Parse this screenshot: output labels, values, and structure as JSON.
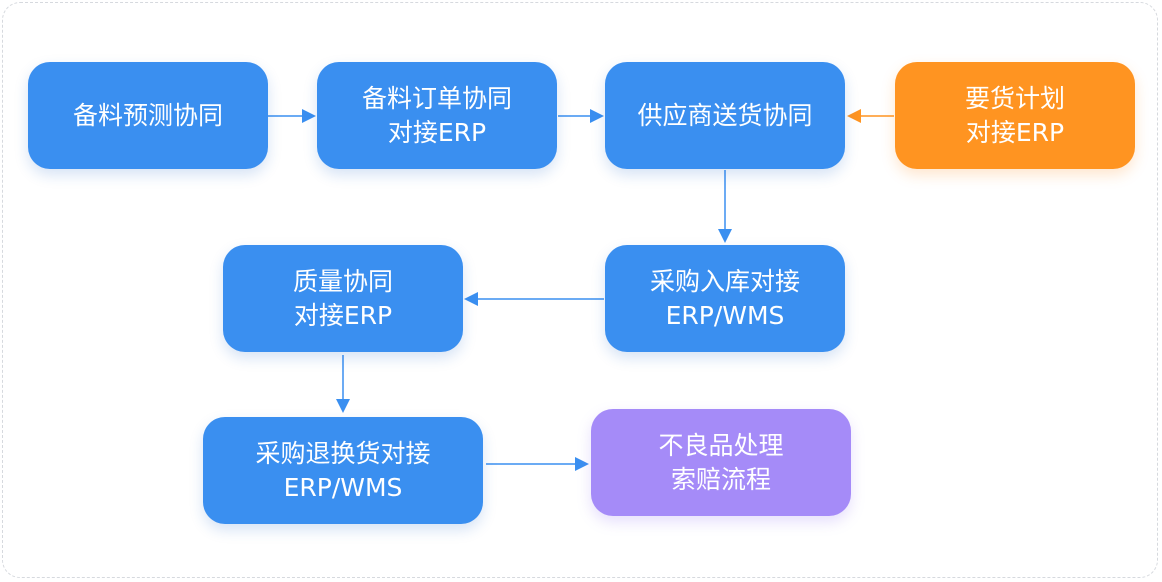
{
  "colors": {
    "primary_blue": "#3a8ff0",
    "orange": "#ff9421",
    "purple": "#a58bf8",
    "arrow_blue": "#3a8ff0",
    "arrow_orange": "#ff9421"
  },
  "nodes": {
    "forecast": {
      "lines": [
        "备料预测协同"
      ]
    },
    "order": {
      "lines": [
        "备料订单协同",
        "对接ERP"
      ]
    },
    "supplier_delivery": {
      "lines": [
        "供应商送货协同"
      ]
    },
    "demand_plan": {
      "lines": [
        "要货计划",
        "对接ERP"
      ]
    },
    "inbound": {
      "lines": [
        "采购入库对接",
        "ERP/WMS"
      ]
    },
    "quality": {
      "lines": [
        "质量协同",
        "对接ERP"
      ]
    },
    "return_exchange": {
      "lines": [
        "采购退换货对接",
        "ERP/WMS"
      ]
    },
    "defect_claim": {
      "lines": [
        "不良品处理",
        "索赔流程"
      ]
    }
  },
  "edges": [
    {
      "from": "forecast",
      "to": "order",
      "color": "blue"
    },
    {
      "from": "order",
      "to": "supplier_delivery",
      "color": "blue"
    },
    {
      "from": "demand_plan",
      "to": "supplier_delivery",
      "color": "orange"
    },
    {
      "from": "supplier_delivery",
      "to": "inbound",
      "color": "blue"
    },
    {
      "from": "inbound",
      "to": "quality",
      "color": "blue"
    },
    {
      "from": "quality",
      "to": "return_exchange",
      "color": "blue"
    },
    {
      "from": "return_exchange",
      "to": "defect_claim",
      "color": "blue"
    }
  ]
}
